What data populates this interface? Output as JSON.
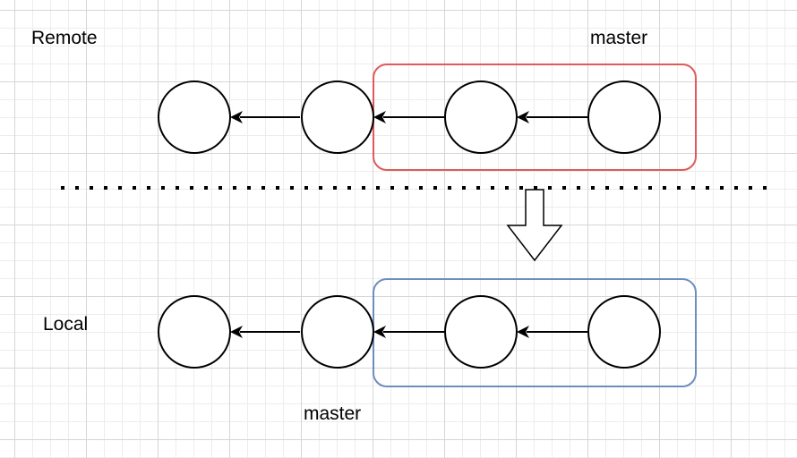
{
  "labels": {
    "remote": "Remote",
    "local": "Local",
    "remote_branch": "master",
    "local_branch": "master"
  },
  "colors": {
    "remote_box": "#e05a5a",
    "local_box": "#6c8ebf",
    "ink": "#000000",
    "grid": "#d6d6d6"
  },
  "remote_commits": [
    "",
    "",
    "",
    ""
  ],
  "local_commits": [
    "",
    "",
    "",
    ""
  ]
}
